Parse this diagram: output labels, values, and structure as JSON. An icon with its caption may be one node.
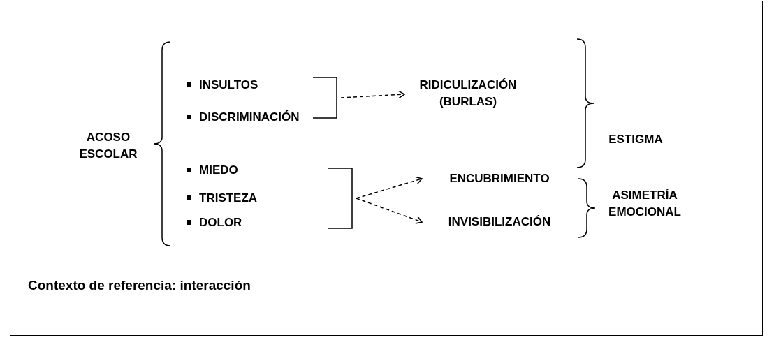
{
  "diagram": {
    "nodes": [
      {
        "text": [
          "ACOSO ESCOLAR"
        ]
      },
      {
        "text": [
          "INSULTOS"
        ]
      },
      {
        "text": [
          "DISCRIMINACIÓN"
        ]
      },
      {
        "text": [
          "RIDICULIZACIÓN (BURLAS)"
        ]
      },
      {
        "text": [
          "ESTIGMA"
        ]
      },
      {
        "text": [
          "MIEDO"
        ]
      },
      {
        "text": [
          "TRISTEZA"
        ]
      },
      {
        "text": [
          "DOLOR"
        ]
      },
      {
        "text": [
          "ENCUBRIMIENTO"
        ]
      },
      {
        "text": [
          "INVISIBILIZACIÓN"
        ]
      },
      {
        "text": [
          "ASIMETRÍA EMOCIONAL"
        ]
      },
      {
        "text": [],
        "shape": "bracket"
      },
      {
        "text": [],
        "shape": "bracket"
      }
    ],
    "edges": [
      {
        "from": 11,
        "to": 3,
        "arrow": "to",
        "style": "dashed"
      },
      {
        "from": 12,
        "to": 8,
        "arrow": "to",
        "style": "dashed"
      },
      {
        "from": 12,
        "to": 9,
        "arrow": "to",
        "style": "dashed"
      }
    ],
    "labels": [
      "Contexto de referencia: interacción"
    ]
  }
}
